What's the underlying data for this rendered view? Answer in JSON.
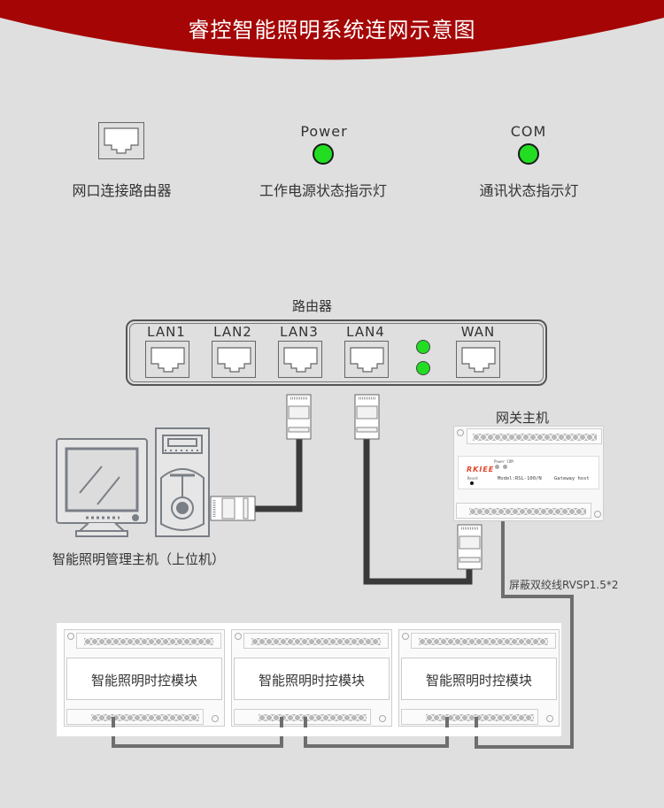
{
  "title": "睿控智能照明系统连网示意图",
  "colors": {
    "banner": "#a50505",
    "background": "#dfdfdf",
    "led_green": "#22dd22",
    "cable_dark": "#3a3a3a",
    "cable_grey": "#6e6e6e",
    "brand_orange": "#e0462a"
  },
  "legend": [
    {
      "icon": "ethernet-port-icon",
      "caption": "",
      "label": "网口连接路由器"
    },
    {
      "icon": "power-led-icon",
      "caption": "Power",
      "label": "工作电源状态指示灯"
    },
    {
      "icon": "com-led-icon",
      "caption": "COM",
      "label": "通讯状态指示灯"
    }
  ],
  "router": {
    "title": "路由器",
    "ports": [
      {
        "label": "LAN1"
      },
      {
        "label": "LAN2"
      },
      {
        "label": "LAN3"
      },
      {
        "label": "LAN4"
      },
      {
        "label": "WAN"
      }
    ],
    "leds": 2
  },
  "gateway": {
    "title": "网关主机",
    "brand": "RKIEE",
    "led_labels": "Power COM",
    "reset_label": "Reset",
    "model": "Model:RSL-100/N",
    "name": "Gateway host"
  },
  "pc": {
    "label": "智能照明管理主机（上位机）"
  },
  "cable": {
    "label": "屏蔽双绞线RVSP1.5*2"
  },
  "modules": [
    {
      "label": "智能照明时控模块"
    },
    {
      "label": "智能照明时控模块"
    },
    {
      "label": "智能照明时控模块"
    }
  ]
}
